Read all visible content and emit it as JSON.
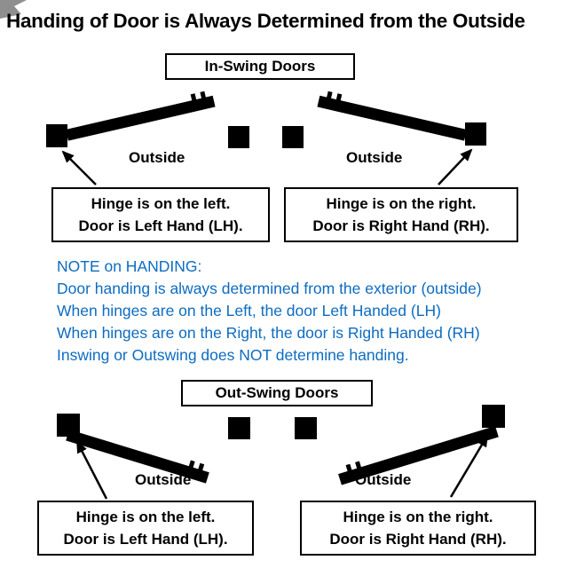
{
  "title": "Handing of Door is Always Determined from the Outside",
  "inswing": {
    "heading": "In-Swing Doors",
    "left": {
      "outside": "Outside",
      "line1": "Hinge is on the left.",
      "line2": "Door is Left Hand (LH)."
    },
    "right": {
      "outside": "Outside",
      "line1": "Hinge is on the right.",
      "line2": "Door is Right Hand (RH)."
    }
  },
  "note": {
    "heading": "NOTE on HANDING:",
    "lines": [
      "Door handing is always determined from the exterior (outside)",
      "When hinges are on the Left, the door Left Handed (LH)",
      "When hinges are on the Right, the door is Right Handed (RH)",
      "Inswing or Outswing does NOT determine handing."
    ],
    "color": "#0d6cc1"
  },
  "outswing": {
    "heading": "Out-Swing Doors",
    "left": {
      "outside": "Outside",
      "line1": "Hinge is on the left.",
      "line2": "Door is Left Hand (LH)."
    },
    "right": {
      "outside": "Outside",
      "line1": "Hinge is on the right.",
      "line2": "Door is Right Hand (RH)."
    }
  }
}
